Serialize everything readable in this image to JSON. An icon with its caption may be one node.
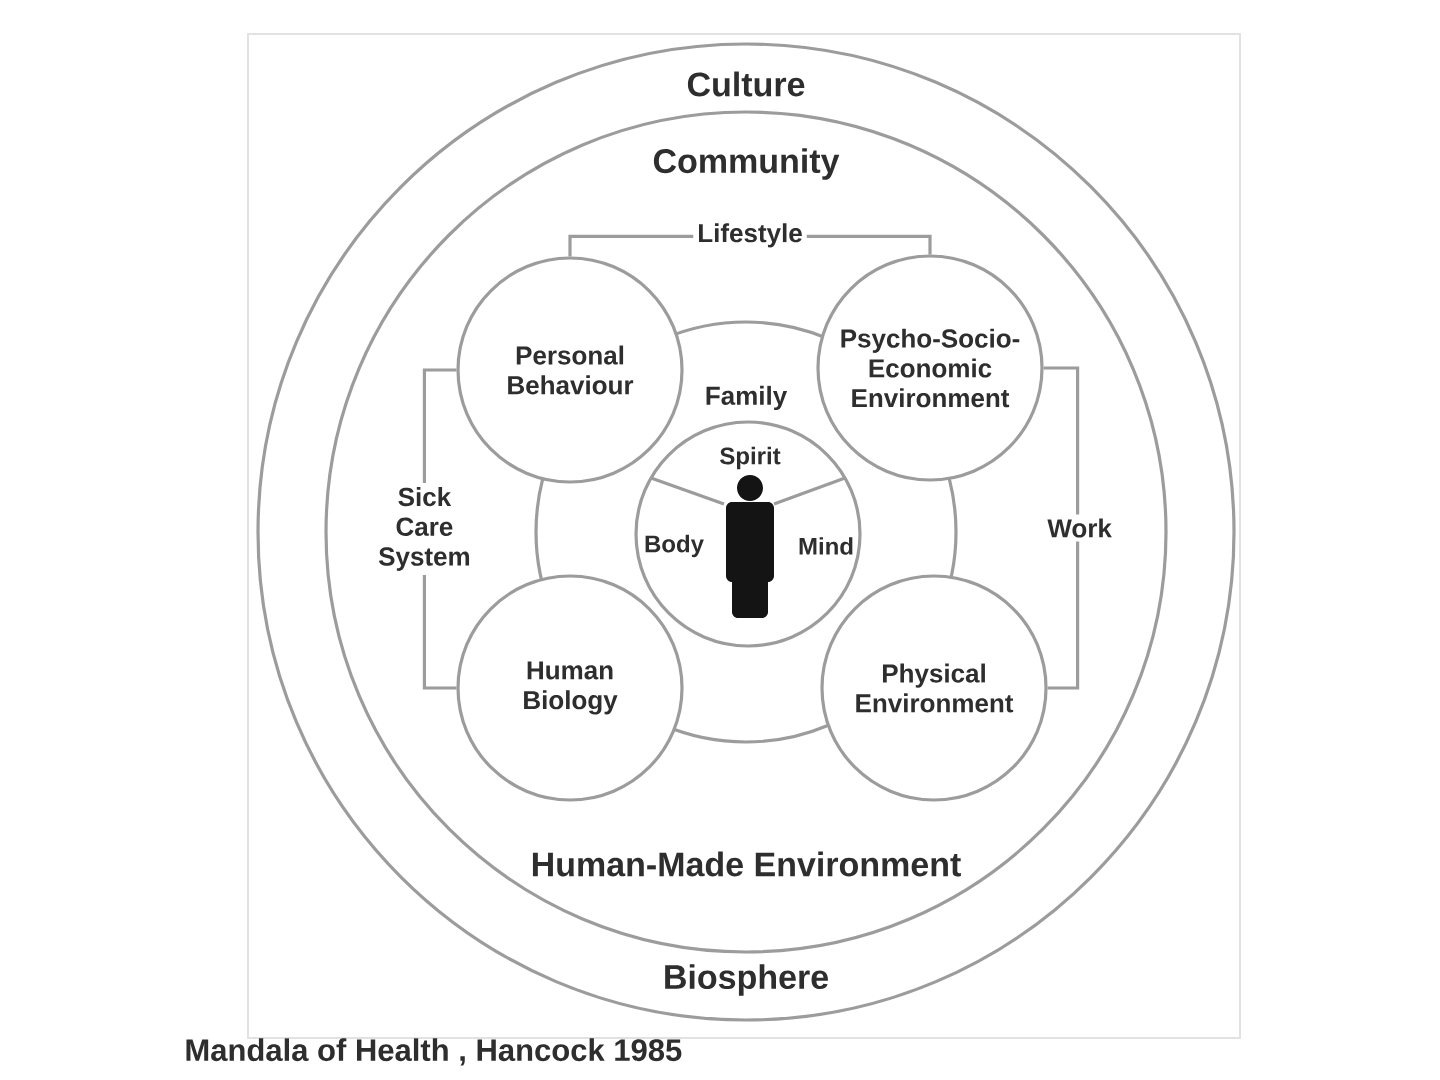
{
  "diagram": {
    "caption": "Mandala of Health , Hancock 1985",
    "nodes": [
      {
        "text": [
          "Culture",
          "Biosphere"
        ]
      },
      {
        "text": [
          "Community",
          "Human-Made Environment"
        ],
        "in": 0
      },
      {
        "text": [
          "Family"
        ],
        "in": 1
      },
      {
        "text": [
          "Personal Behaviour"
        ],
        "in": 1
      },
      {
        "text": [
          "Psycho-Socio- Economic Environment"
        ],
        "in": 1
      },
      {
        "text": [
          "Human Biology"
        ],
        "in": 1
      },
      {
        "text": [
          "Physical Environment"
        ],
        "in": 1
      },
      {
        "text": [
          "Spirit",
          "Body",
          "Mind"
        ],
        "in": 2
      }
    ],
    "edges": [
      {
        "from": 3,
        "to": 4,
        "arrow": "none",
        "label": "Lifestyle"
      },
      {
        "from": 3,
        "to": 5,
        "arrow": "none",
        "label": "Sick Care System"
      },
      {
        "from": 4,
        "to": 6,
        "arrow": "none",
        "label": "Work"
      }
    ]
  }
}
